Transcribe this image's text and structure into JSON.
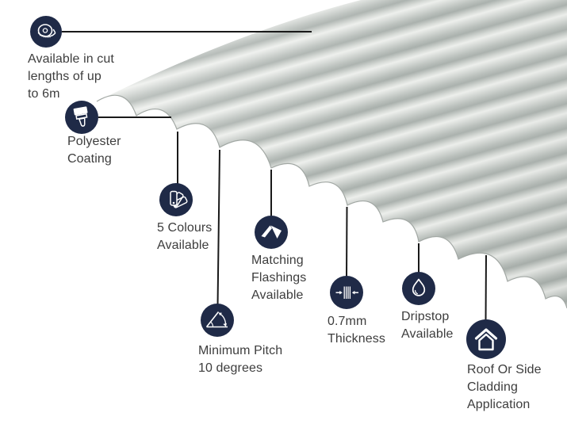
{
  "infographic": {
    "subject": "corrugated-roofing-sheet",
    "colors": {
      "badge_navy": "#1f2a47",
      "callout_line": "#191919",
      "label_text": "#3d3d3d",
      "sheet_highlight": "#edefec",
      "sheet_shadow": "#a9b0ac"
    }
  },
  "features": [
    {
      "id": "cut-lengths",
      "icon": "tape-measure-icon",
      "label": "Available in cut\nlengths of up\nto 6m"
    },
    {
      "id": "coating",
      "icon": "paint-brush-icon",
      "label": "Polyester\nCoating"
    },
    {
      "id": "colours",
      "icon": "colour-fan-icon",
      "label": "5 Colours\nAvailable"
    },
    {
      "id": "flashings",
      "icon": "flashing-icon",
      "label": "Matching\nFlashings\nAvailable"
    },
    {
      "id": "pitch",
      "icon": "pitch-angle-icon",
      "label": "Minimum Pitch\n10 degrees"
    },
    {
      "id": "thickness",
      "icon": "thickness-icon",
      "label": "0.7mm\nThickness"
    },
    {
      "id": "dripstop",
      "icon": "droplet-icon",
      "label": "Dripstop\nAvailable"
    },
    {
      "id": "cladding",
      "icon": "house-icon",
      "label": "Roof Or Side\nCladding\nApplication"
    }
  ]
}
